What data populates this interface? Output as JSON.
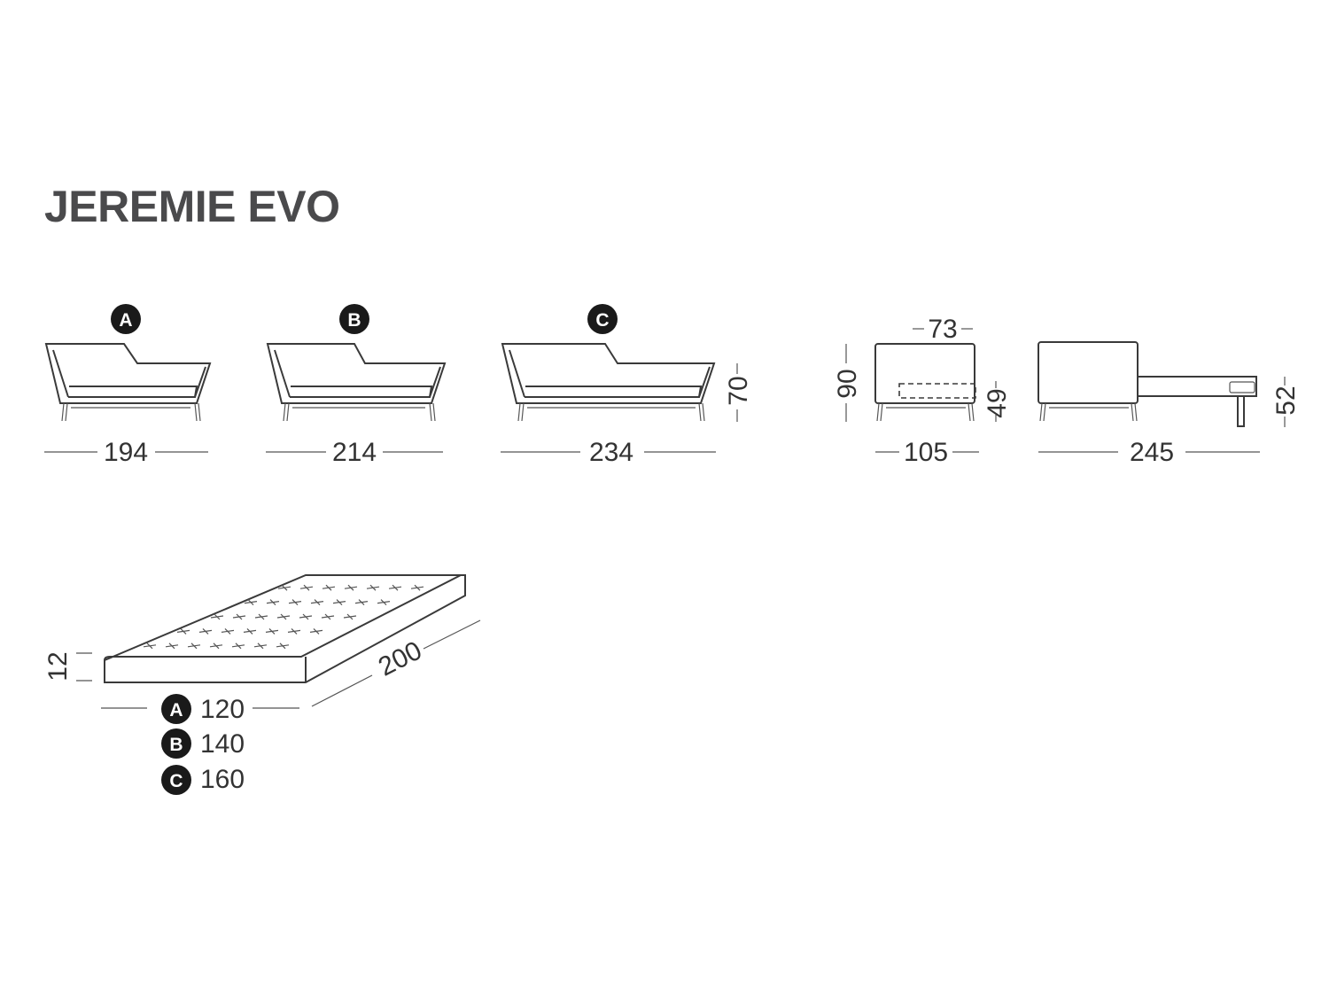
{
  "title": "JEREMIE EVO",
  "variants": [
    {
      "badge": "A",
      "width": "194"
    },
    {
      "badge": "B",
      "width": "214"
    },
    {
      "badge": "C",
      "width": "234"
    }
  ],
  "sofa_height": "70",
  "side_view": {
    "top_depth": "73",
    "height": "90",
    "bed_height": "49",
    "depth": "105"
  },
  "open_view": {
    "length": "245",
    "seat_height": "52"
  },
  "mattress": {
    "thickness": "12",
    "length": "200",
    "widths": [
      {
        "badge": "A",
        "value": "120"
      },
      {
        "badge": "B",
        "value": "140"
      },
      {
        "badge": "C",
        "value": "160"
      }
    ]
  }
}
